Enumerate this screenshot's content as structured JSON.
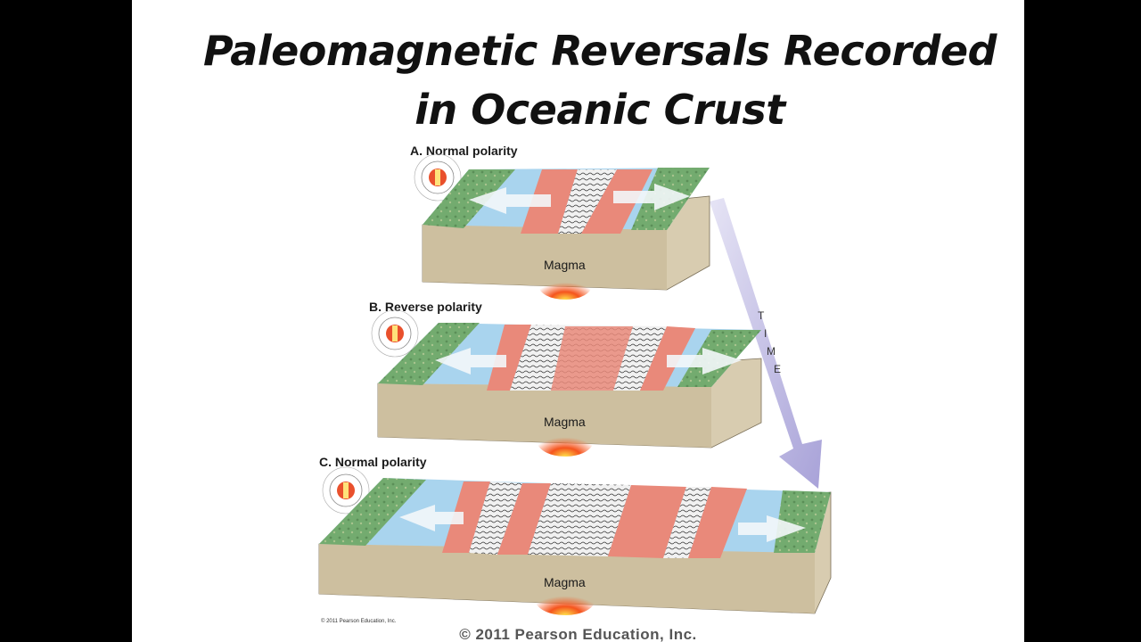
{
  "slide": {
    "title_line1": "Paleomagnetic Reversals Recorded",
    "title_line2": "in Oceanic Crust",
    "footer": "© 2011 Pearson Education, Inc.",
    "figure_copyright": "© 2011 Pearson Education, Inc."
  },
  "figure": {
    "panels": [
      {
        "label": "A. Normal polarity",
        "magma_label": "Magma"
      },
      {
        "label": "B. Reverse polarity",
        "magma_label": "Magma"
      },
      {
        "label": "C. Normal polarity",
        "magma_label": "Magma"
      }
    ],
    "time_letters": [
      "T",
      "I",
      "M",
      "E"
    ]
  },
  "colors": {
    "slide_bg": "#ffffff",
    "side_bars": "#000000",
    "ocean": "#a9d4ee",
    "land": "#6aa56a",
    "normal_stripe": "#e98a7c",
    "crust": "#d9cdb2",
    "magma": "#f04a1c",
    "arrow": "#b8b3df"
  }
}
